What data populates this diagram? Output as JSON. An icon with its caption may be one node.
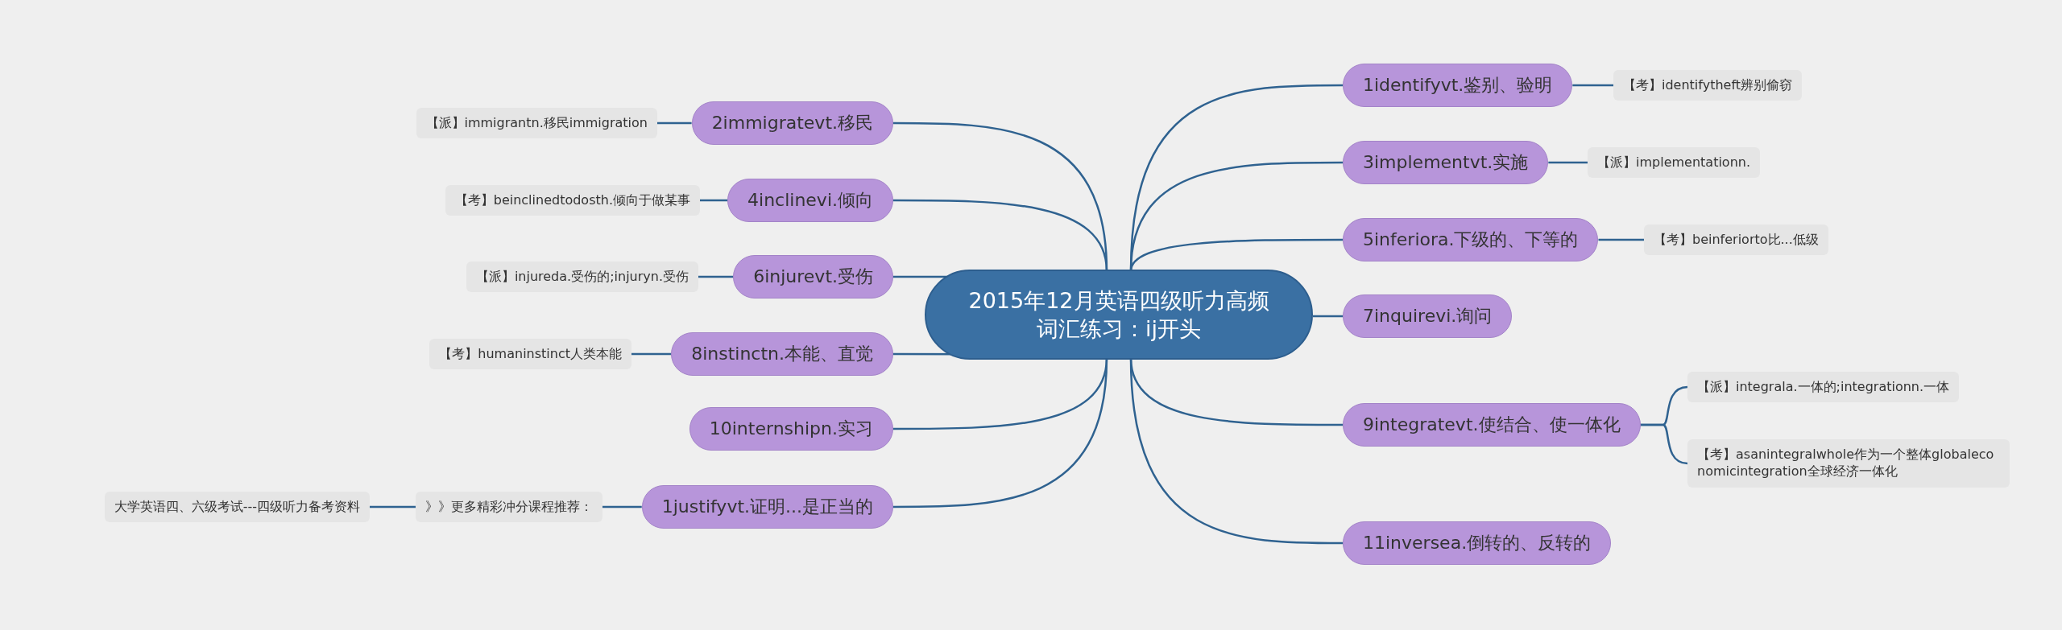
{
  "diagram": {
    "nodes": [
      {
        "text": [
          "2015年12月英语四级听力高频词汇练习：ij开头"
        ]
      },
      {
        "text": [
          "1identifyvt.鉴别、验明"
        ]
      },
      {
        "text": [
          "【考】identifytheft辨别偷窃"
        ]
      },
      {
        "text": [
          "3implementvt.实施"
        ]
      },
      {
        "text": [
          "【派】implementationn."
        ]
      },
      {
        "text": [
          "5inferiora.下级的、下等的"
        ]
      },
      {
        "text": [
          "【考】beinferiorto比...低级"
        ]
      },
      {
        "text": [
          "7inquirevi.询问"
        ]
      },
      {
        "text": [
          "9integratevt.使结合、使一体化"
        ]
      },
      {
        "text": [
          "【派】integrala.一体的;integrationn.一体"
        ]
      },
      {
        "text": [
          "【考】asanintegralwhole作为一个整体globaleconomicintegration全球经济一体化"
        ]
      },
      {
        "text": [
          "11inversea.倒转的、反转的"
        ]
      },
      {
        "text": [
          "2immigratevt.移民"
        ]
      },
      {
        "text": [
          "【派】immigrantn.移民immigration"
        ]
      },
      {
        "text": [
          "4inclinevi.倾向"
        ]
      },
      {
        "text": [
          "【考】beinclinedtodosth.倾向于做某事"
        ]
      },
      {
        "text": [
          "6injurevt.受伤"
        ]
      },
      {
        "text": [
          "【派】injureda.受伤的;injuryn.受伤"
        ]
      },
      {
        "text": [
          "8instinctn.本能、直觉"
        ]
      },
      {
        "text": [
          "【考】humaninstinct人类本能"
        ]
      },
      {
        "text": [
          "10internshipn.实习"
        ]
      },
      {
        "text": [
          "1justifyvt.证明...是正当的"
        ]
      },
      {
        "text": [
          "》》更多精彩冲分课程推荐："
        ]
      },
      {
        "text": [
          "大学英语四、六级考试---四级听力备考资料"
        ]
      }
    ],
    "edges": [
      {
        "from": 0,
        "to": 1,
        "arrow": "none"
      },
      {
        "from": 1,
        "to": 2,
        "arrow": "none"
      },
      {
        "from": 0,
        "to": 3,
        "arrow": "none"
      },
      {
        "from": 3,
        "to": 4,
        "arrow": "none"
      },
      {
        "from": 0,
        "to": 5,
        "arrow": "none"
      },
      {
        "from": 5,
        "to": 6,
        "arrow": "none"
      },
      {
        "from": 0,
        "to": 7,
        "arrow": "none"
      },
      {
        "from": 0,
        "to": 8,
        "arrow": "none"
      },
      {
        "from": 8,
        "to": 9,
        "arrow": "none"
      },
      {
        "from": 8,
        "to": 10,
        "arrow": "none"
      },
      {
        "from": 0,
        "to": 11,
        "arrow": "none"
      },
      {
        "from": 0,
        "to": 12,
        "arrow": "none"
      },
      {
        "from": 12,
        "to": 13,
        "arrow": "none"
      },
      {
        "from": 0,
        "to": 14,
        "arrow": "none"
      },
      {
        "from": 14,
        "to": 15,
        "arrow": "none"
      },
      {
        "from": 0,
        "to": 16,
        "arrow": "none"
      },
      {
        "from": 16,
        "to": 17,
        "arrow": "none"
      },
      {
        "from": 0,
        "to": 18,
        "arrow": "none"
      },
      {
        "from": 18,
        "to": 19,
        "arrow": "none"
      },
      {
        "from": 0,
        "to": 20,
        "arrow": "none"
      },
      {
        "from": 0,
        "to": 21,
        "arrow": "none"
      },
      {
        "from": 21,
        "to": 22,
        "arrow": "none"
      },
      {
        "from": 22,
        "to": 23,
        "arrow": "none"
      }
    ]
  }
}
